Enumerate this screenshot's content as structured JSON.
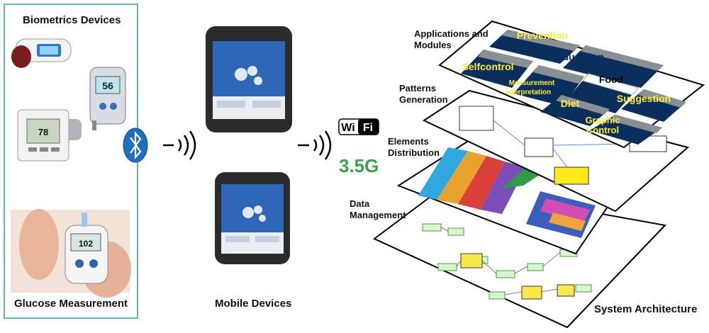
{
  "diagram": {
    "device_panel": {
      "title": "Biometrics Devices",
      "bottom_label": "Glucose Measurement",
      "devices": [
        {
          "name": "blood-pressure-monitor",
          "reading": ""
        },
        {
          "name": "glucometer",
          "reading": "56"
        },
        {
          "name": "bp-monitor-cuff",
          "reading": "78"
        },
        {
          "name": "glucose-meter-hand",
          "reading": "102"
        }
      ]
    },
    "connectivity": {
      "bluetooth_icon": "bluetooth-icon",
      "wifi": {
        "left": "Wi",
        "right": "Fi"
      },
      "cellular": "3.5G"
    },
    "mobile": {
      "label": "Mobile Devices"
    },
    "architecture": {
      "title": "System Architecture",
      "layers": [
        {
          "key": "applications",
          "line1": "Applications and",
          "line2": "Modules"
        },
        {
          "key": "patterns",
          "line1": "Patterns",
          "line2": "Generation"
        },
        {
          "key": "elements",
          "line1": "Elements",
          "line2": "Distribution"
        },
        {
          "key": "data",
          "line1": "Data",
          "line2": "Management"
        }
      ],
      "modules": [
        "Prevention",
        "Education",
        "Selfcontrol",
        "Food",
        "Measurement",
        "Interpretation",
        "Suggestion",
        "Diet",
        "Graphic",
        "Control"
      ]
    },
    "colors": {
      "panel_border": "#5bb6cc",
      "tile_bg": "#0b2f5c",
      "module_text": "#ffee33",
      "wifi_text": "#000000",
      "cellular_green": "#3aa04a"
    }
  }
}
